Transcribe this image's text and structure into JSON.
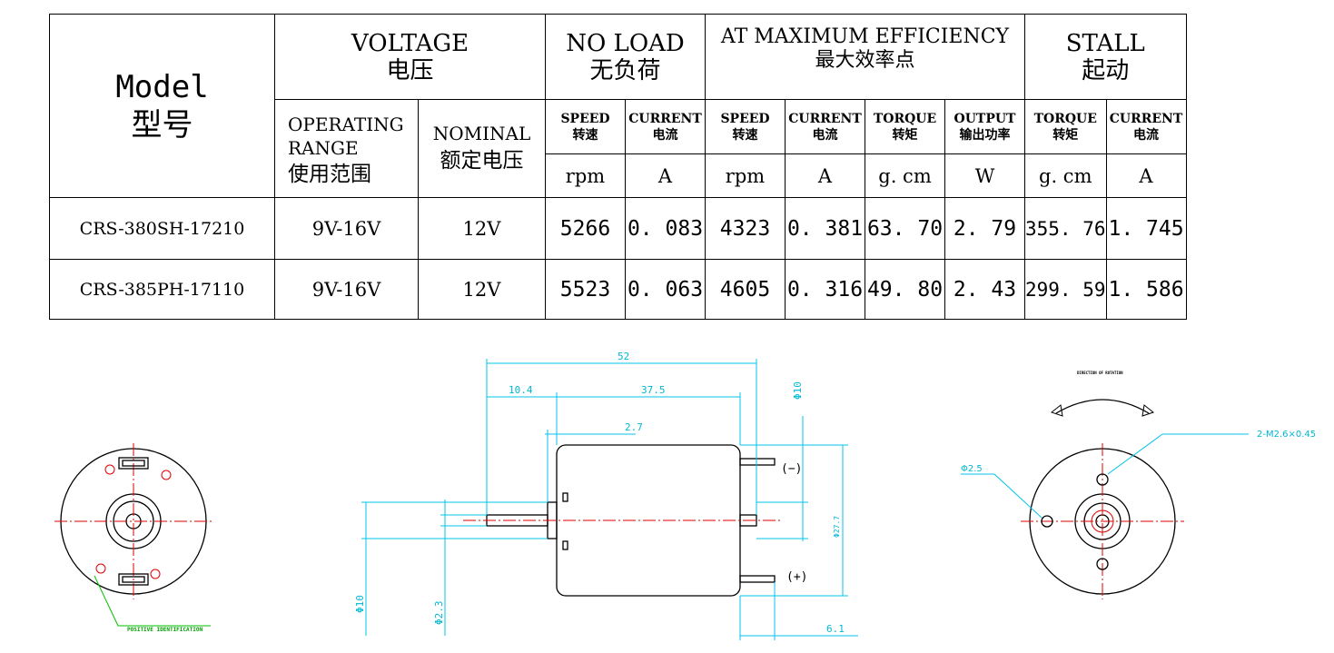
{
  "table": {
    "headers": {
      "model_en": "Model",
      "model_cn": "型号",
      "voltage_en": "VOLTAGE",
      "voltage_cn": "电压",
      "noload_en": "NO LOAD",
      "noload_cn": "无负荷",
      "maxeff_en": "AT MAXIMUM EFFICIENCY",
      "maxeff_cn": "最大效率点",
      "stall_en": "STALL",
      "stall_cn": "起动",
      "operating_en1": "OPERATING",
      "operating_en2": "RANGE",
      "operating_cn": "使用范围",
      "nominal_en": "NOMINAL",
      "nominal_cn": "额定电压",
      "speed_en": "SPEED",
      "speed_cn": "转速",
      "current_en": "CURRENT",
      "current_cn": "电流",
      "torque_en": "TORQUE",
      "torque_cn": "转矩",
      "output_en": "OUTPUT",
      "output_cn": "输出功率"
    },
    "units": {
      "rpm": "rpm",
      "amp": "A",
      "gcm": "g. cm",
      "watt": "W"
    },
    "rows": [
      {
        "model": "CRS-380SH-17210",
        "operating": "9V-16V",
        "nominal": "12V",
        "nl_speed": "5266",
        "nl_current": "0. 083",
        "me_speed": "4323",
        "me_current": "0. 381",
        "me_torque": "63. 70",
        "me_output": "2. 79",
        "st_torque": "355. 76",
        "st_current": "1. 745"
      },
      {
        "model": "CRS-385PH-17110",
        "operating": "9V-16V",
        "nominal": "12V",
        "nl_speed": "5523",
        "nl_current": "0. 063",
        "me_speed": "4605",
        "me_current": "0. 316",
        "me_torque": "49. 80",
        "me_output": "2. 43",
        "st_torque": "299. 59",
        "st_current": "1. 586"
      }
    ]
  },
  "drawing": {
    "positive_label": "POSITIVE IDENTIFICATION",
    "direction_label": "DIRECTION OF ROTATION",
    "dim_52": "52",
    "dim_10_4": "10.4",
    "dim_37_5": "37.5",
    "dim_2_7": "2.7",
    "dim_phi10_top": "Φ10",
    "dim_phi27_7": "Φ27.7",
    "dim_phi10_left": "Φ10",
    "dim_phi2_3": "Φ2.3",
    "dim_6_1": "6.1",
    "terminal_minus": "(−)",
    "terminal_plus": "(+)",
    "dim_phi2_5": "Φ2.5",
    "dim_thread": "2-M2.6×0.45",
    "colors": {
      "dimension": "#00c4ea",
      "centerline": "#e00000",
      "outline": "#000000",
      "leader": "#00c000"
    }
  }
}
